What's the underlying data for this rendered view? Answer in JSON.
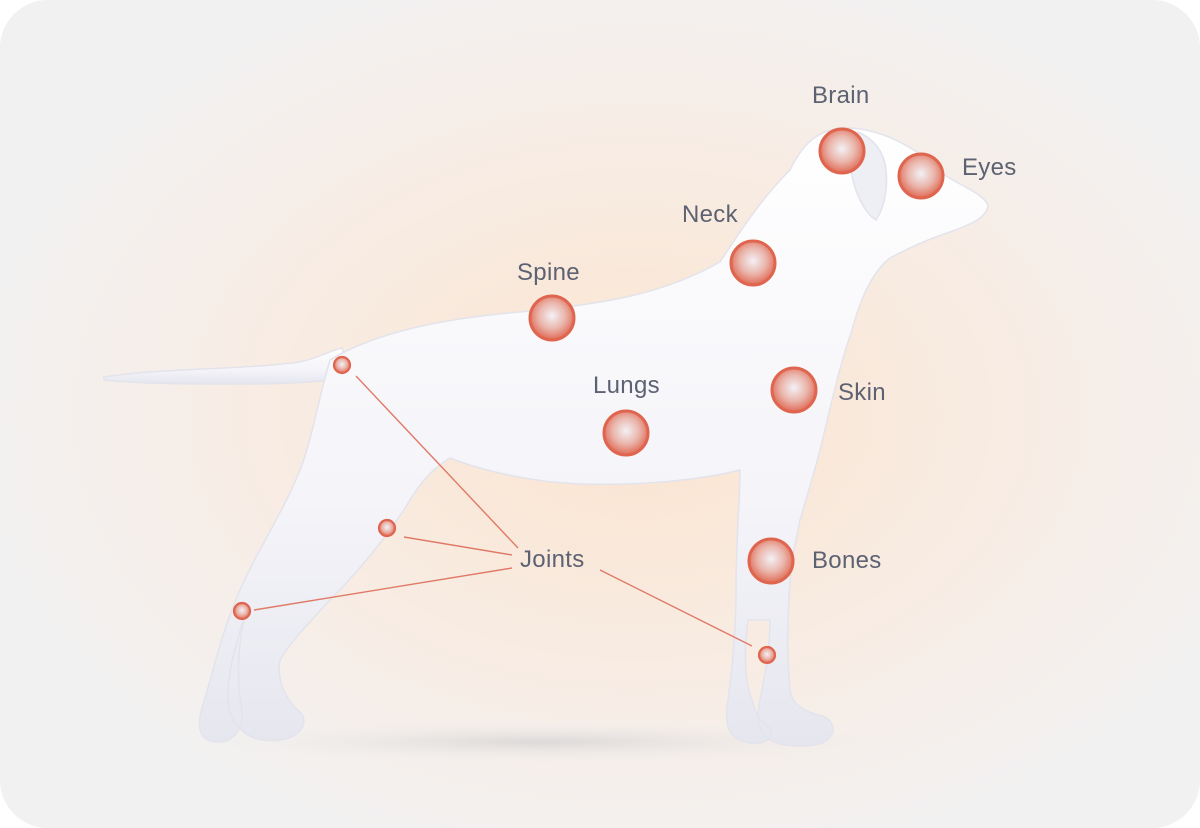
{
  "labels": {
    "brain": "Brain",
    "eyes": "Eyes",
    "neck": "Neck",
    "spine": "Spine",
    "lungs": "Lungs",
    "skin": "Skin",
    "bones": "Bones",
    "joints": "Joints"
  },
  "colors": {
    "background": "#f2f1f1",
    "glow": "#fbe4cf",
    "dog_body": "#f7f7fb",
    "marker_ring": "#e0654f",
    "leader_line": "#e07a68",
    "label_text": "#5d6272"
  }
}
